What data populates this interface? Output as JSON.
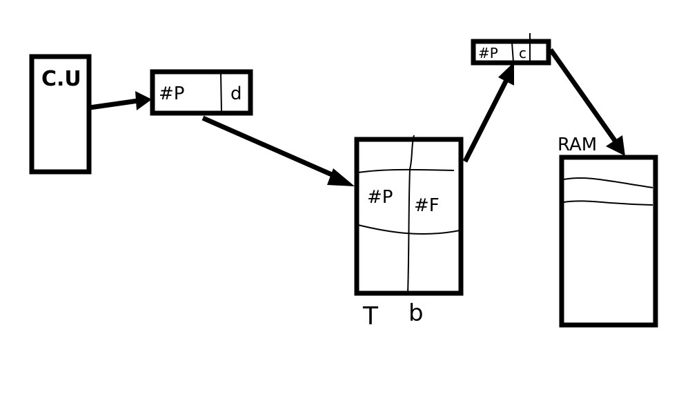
{
  "diagram": {
    "cpu": {
      "label": "C.U"
    },
    "logical_address": {
      "page_label": "#P",
      "offset_label": "d"
    },
    "page_table": {
      "page_col_label": "#P",
      "frame_col_label": "#F",
      "caption": "T",
      "caption_frame": "b"
    },
    "physical_address": {
      "frame_label": "#P",
      "offset_label": "c"
    },
    "ram": {
      "label": "RAM"
    }
  }
}
